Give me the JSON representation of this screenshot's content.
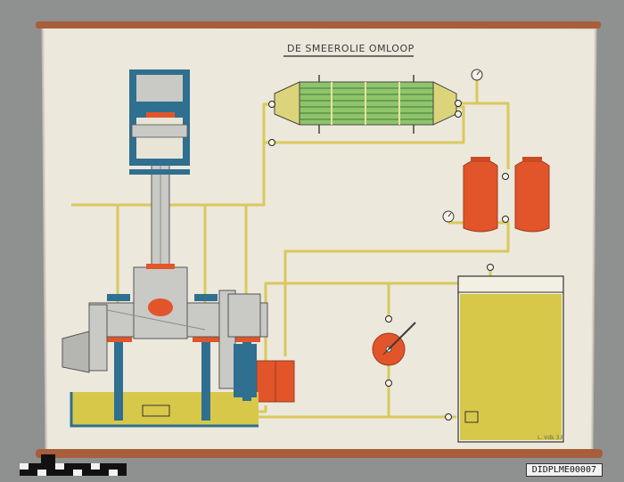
{
  "poster": {
    "title": "DE SMEEROLIE OMLOOP",
    "maker_mark": "L. Vdk 3.8"
  },
  "catalog_label": "DIDPLME00007",
  "colors": {
    "background": "#8f9090",
    "paper": "#ece8dc",
    "oil_pipe": "#d9c95c",
    "oil_fill": "#d8c84a",
    "engine_blue": "#2f6f8f",
    "metal_grey": "#c9c9c6",
    "filter_red": "#e2552a",
    "cooler_green": "#7fb85a",
    "rod_wood": "#a85e3a"
  },
  "components": [
    {
      "id": "piston",
      "label": ""
    },
    {
      "id": "connecting-rod",
      "label": ""
    },
    {
      "id": "crankshaft",
      "label": ""
    },
    {
      "id": "oil-cooler",
      "label": ""
    },
    {
      "id": "oil-filters",
      "label": ""
    },
    {
      "id": "oil-pump",
      "label": ""
    },
    {
      "id": "oil-tank",
      "label": ""
    },
    {
      "id": "strainer",
      "label": ""
    },
    {
      "id": "pressure-gauges",
      "label": ""
    }
  ]
}
